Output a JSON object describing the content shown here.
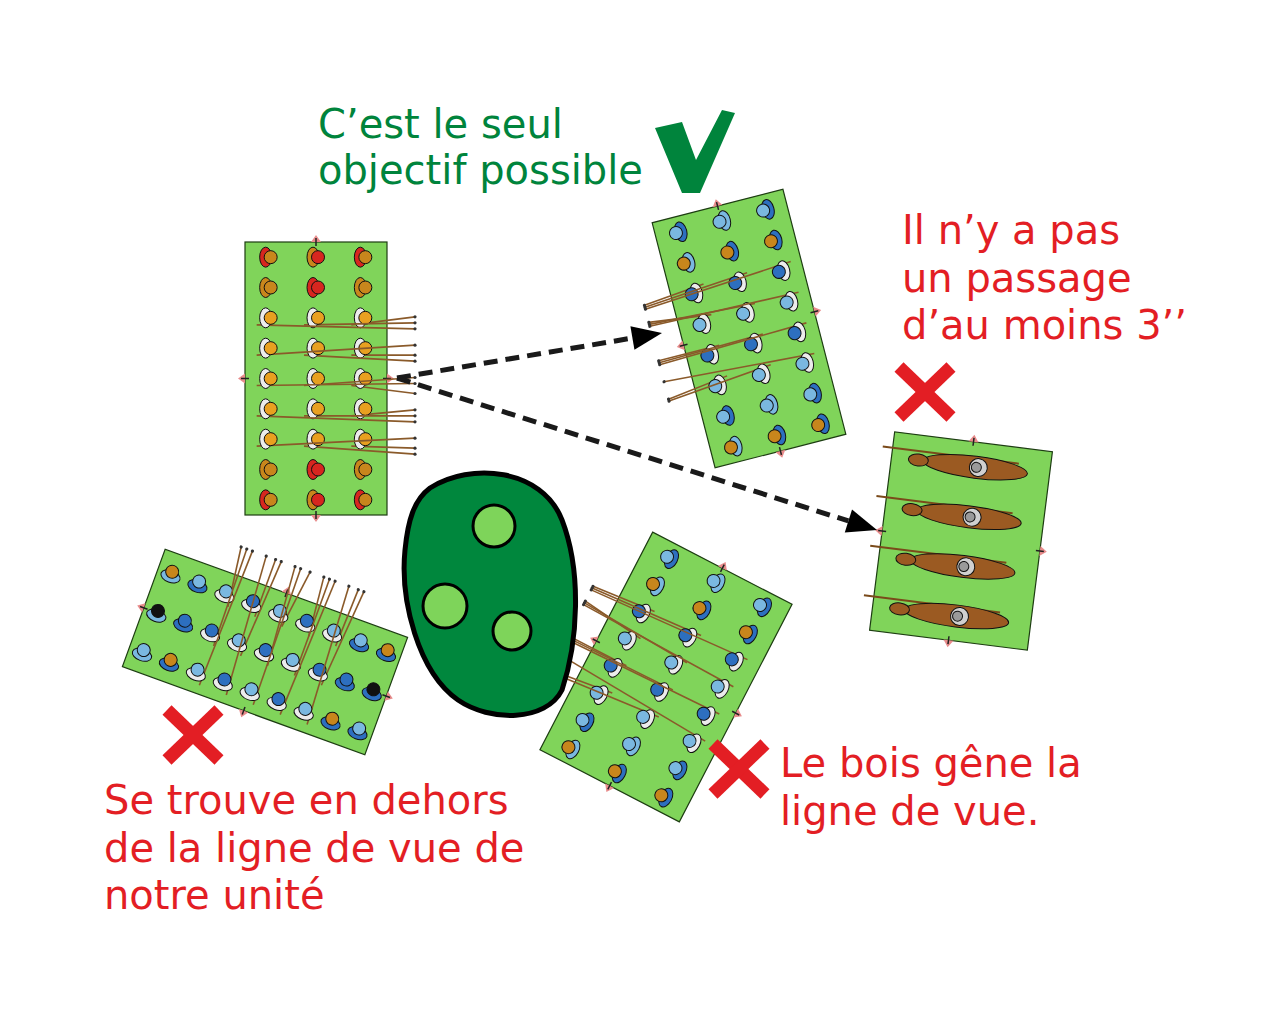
{
  "diagram": {
    "labels": [
      "C’est le seul objectif possible",
      "Il n’y a pas un passage d’au moins 3’’",
      "Le bois gêne la ligne de vue.",
      "Se trouve en dehors de la ligne de vue de notre unité"
    ]
  }
}
